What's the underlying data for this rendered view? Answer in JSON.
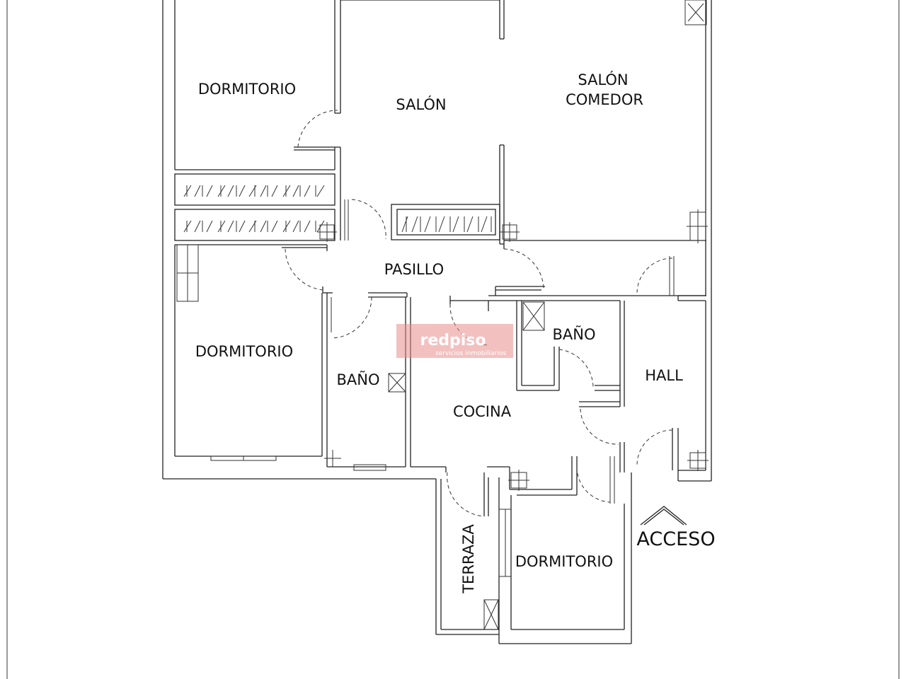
{
  "rooms": {
    "dormitorio_top": "DORMITORIO",
    "salon": "SALÓN",
    "salon_comedor_1": "SALÓN",
    "salon_comedor_2": "COMEDOR",
    "pasillo": "PASILLO",
    "dormitorio_left": "DORMITORIO",
    "bano_left": "BAÑO",
    "bano_right": "BAÑO",
    "cocina": "COCINA",
    "hall": "HALL",
    "terraza": "TERRAZA",
    "dormitorio_bottom": "DORMITORIO",
    "acceso": "ACCESO"
  },
  "watermark": {
    "brand": "redpiso",
    "tagline": "servicios inmobiliarios",
    "color": "#e98d8d"
  }
}
